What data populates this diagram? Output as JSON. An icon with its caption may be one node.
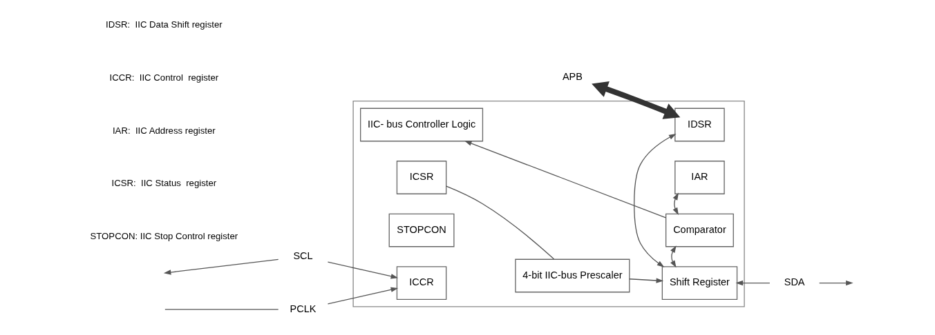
{
  "diagram": {
    "nodes": [
      {
        "text": [],
        "shape": "box"
      },
      {
        "text": [
          "APB"
        ]
      },
      {
        "text": [
          "ICCR"
        ],
        "in": 0
      },
      {
        "text": [
          "STOPCON"
        ],
        "in": 0
      },
      {
        "text": [
          "ICSR"
        ],
        "in": 0
      },
      {
        "text": [
          "IIC- bus Controller Logic"
        ],
        "in": 0
      },
      {
        "text": [
          "4-bit IIC-bus Prescaler"
        ],
        "in": 0
      },
      {
        "text": [
          "IDSR"
        ],
        "in": 0
      },
      {
        "text": [
          "Shift Register"
        ],
        "in": 0
      },
      {
        "text": [
          "Comparator"
        ],
        "in": 0
      },
      {
        "text": [
          "IAR"
        ],
        "in": 0
      },
      {
        "text": [
          "SCL"
        ]
      },
      {
        "text": [
          "PCLK"
        ]
      },
      {
        "text": [
          "SDA"
        ]
      }
    ],
    "edges": [
      {
        "from": 1,
        "to": 7,
        "arrow": "both",
        "style": "thick"
      },
      {
        "from": 11,
        "to": null,
        "arrow": "to"
      },
      {
        "from": 11,
        "to": 2,
        "arrow": "to"
      },
      {
        "from": null,
        "to": 12,
        "arrow": "none"
      },
      {
        "from": 12,
        "to": 2,
        "arrow": "to"
      },
      {
        "from": 4,
        "to": 6,
        "arrow": "none"
      },
      {
        "from": 6,
        "to": 8,
        "arrow": "to"
      },
      {
        "from": 7,
        "to": 8,
        "arrow": "both"
      },
      {
        "from": 8,
        "to": 9,
        "arrow": "both"
      },
      {
        "from": 9,
        "to": 10,
        "arrow": "both"
      },
      {
        "from": 9,
        "to": 5,
        "arrow": "to"
      },
      {
        "from": 13,
        "to": 8,
        "arrow": "to"
      },
      {
        "from": 13,
        "to": null,
        "arrow": "to"
      }
    ],
    "labels": [
      "IDSR:  IIC Data Shift register",
      "ICCR:  IIC Control  register",
      "IAR:  IIC Address register",
      "ICSR:  IIC Status  register",
      "STOPCON: IIC Stop Control register"
    ]
  }
}
